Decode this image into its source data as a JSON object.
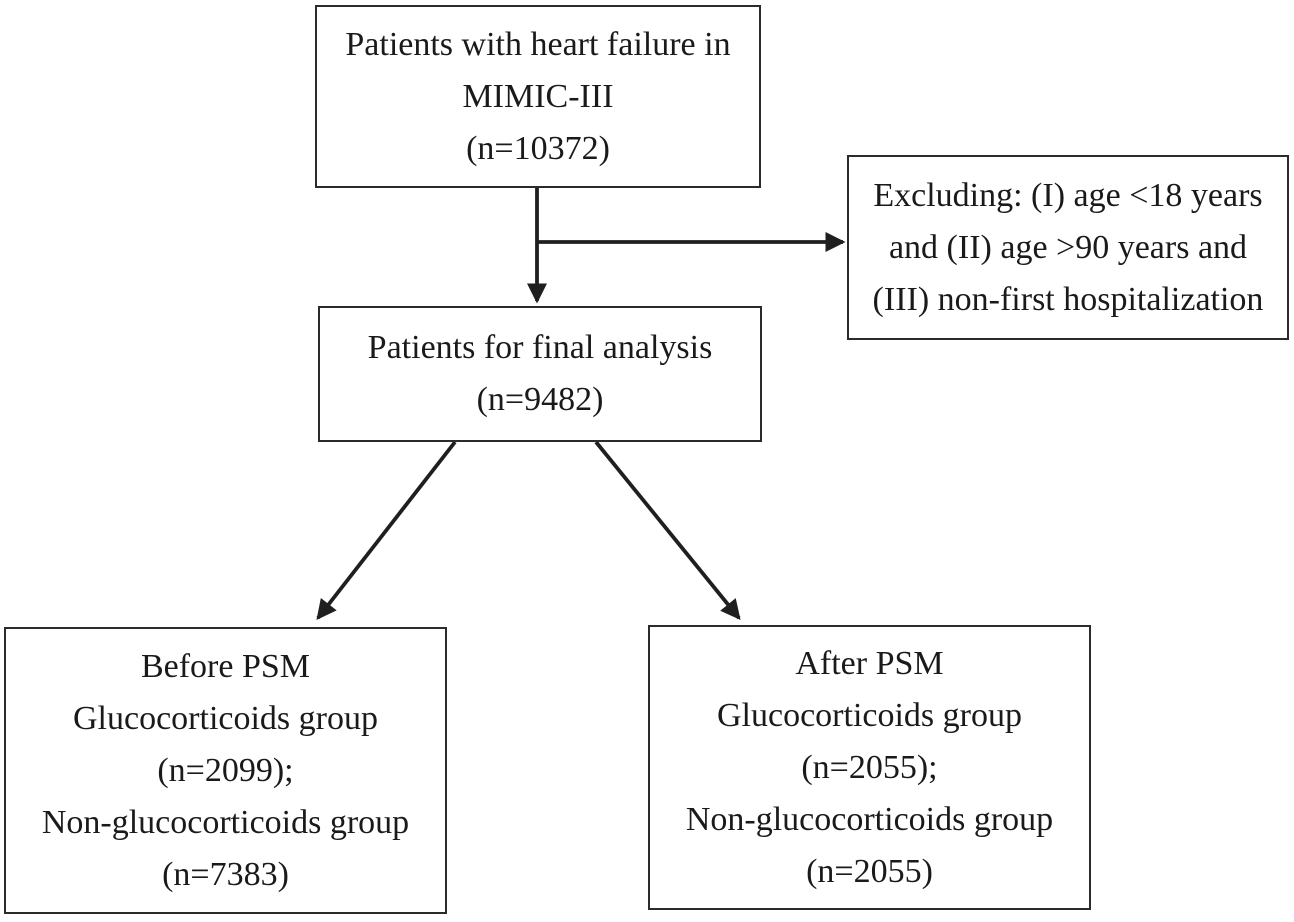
{
  "figure": {
    "type": "flowchart",
    "background": "#ffffff",
    "border_color": "#2b2b2b",
    "text_color": "#1a1a1a",
    "arrow_color": "#1f1f1f"
  },
  "boxes": [
    {
      "id": "heart-failure-cohort",
      "lines": [
        "Patients with heart failure in",
        "MIMIC-III",
        "(n=10372)"
      ]
    },
    {
      "id": "exclusion-criteria",
      "lines": [
        "Excluding: (I) age <18 years",
        "and (II) age >90 years and",
        "(III) non-first hospitalization"
      ]
    },
    {
      "id": "final-analysis",
      "lines": [
        "Patients for final analysis",
        "(n=9482)"
      ]
    },
    {
      "id": "before-psm",
      "lines": [
        "Before PSM",
        "Glucocorticoids group",
        "(n=2099);",
        "Non-glucocorticoids group",
        "(n=7383)"
      ]
    },
    {
      "id": "after-psm",
      "lines": [
        "After PSM",
        "Glucocorticoids group",
        "(n=2055);",
        "Non-glucocorticoids group",
        "(n=2055)"
      ]
    }
  ],
  "connections": [
    {
      "from": "heart-failure-cohort",
      "to": "final-analysis"
    },
    {
      "from": "heart-failure-cohort",
      "to": "exclusion-criteria"
    },
    {
      "from": "final-analysis",
      "to": "before-psm"
    },
    {
      "from": "final-analysis",
      "to": "after-psm"
    }
  ]
}
